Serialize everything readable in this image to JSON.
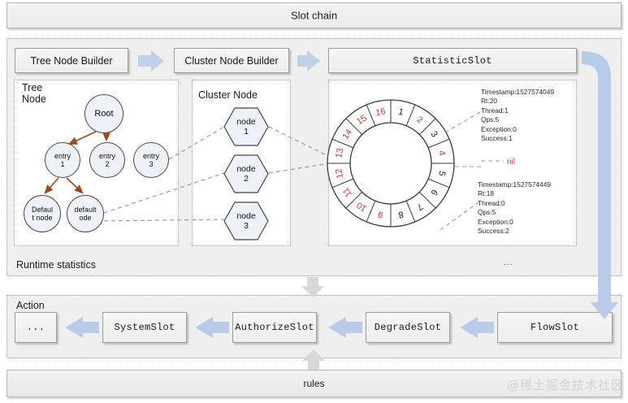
{
  "header": {
    "title": "Slot chain"
  },
  "upper": {
    "builders": [
      {
        "label": "Tree Node Builder",
        "mono": false
      },
      {
        "label": "Cluster Node Builder",
        "mono": false
      },
      {
        "label": "StatisticSlot",
        "mono": true
      }
    ],
    "region_label": "Runtime statistics",
    "cards": [
      {
        "title_line1": "Tree",
        "title_line2": "Node"
      },
      {
        "title_line1": "Cluster Node",
        "title_line2": ""
      },
      {
        "title_line1": "",
        "title_line2": ""
      }
    ],
    "tree": {
      "root": "Root",
      "entries": [
        "entry\n1",
        "entry\n2",
        "entry\n3"
      ],
      "leaves": [
        "Defaul\nt node",
        "default\node"
      ],
      "leaf1_line1": "Defaul",
      "leaf1_line2": "t node",
      "leaf2_line1": "default",
      "leaf2_line2": "ode",
      "entry1_line1": "entry",
      "entry1_line2": "1",
      "entry2_line1": "entry",
      "entry2_line2": "2",
      "entry3_line1": "entry",
      "entry3_line2": "3"
    },
    "cluster": {
      "nodes": [
        "node 1",
        "node 2",
        "node 3"
      ],
      "node1_line1": "node",
      "node1_line2": "1",
      "node2_line1": "node",
      "node2_line2": "2",
      "node3_line1": "node",
      "node3_line2": "3"
    },
    "ring": {
      "segments": [
        {
          "n": "1",
          "color": "#1a1a1a"
        },
        {
          "n": "2",
          "color": "#e8342a"
        },
        {
          "n": "3",
          "color": "#1a1a1a"
        },
        {
          "n": "4",
          "color": "#e8342a"
        },
        {
          "n": "5",
          "color": "#1a1a1a"
        },
        {
          "n": "6",
          "color": "#1a1a1a"
        },
        {
          "n": "7",
          "color": "#1a1a1a"
        },
        {
          "n": "8",
          "color": "#1a1a1a"
        },
        {
          "n": "9",
          "color": "#e8342a"
        },
        {
          "n": "10",
          "color": "#e8342a"
        },
        {
          "n": "11",
          "color": "#e8342a"
        },
        {
          "n": "12",
          "color": "#e8342a"
        },
        {
          "n": "13",
          "color": "#e8342a"
        },
        {
          "n": "14",
          "color": "#e8342a"
        },
        {
          "n": "15",
          "color": "#e8342a"
        },
        {
          "n": "16",
          "color": "#e8342a"
        }
      ]
    },
    "stats_top": {
      "lines": [
        "Timestamp:1527574049",
        "Rt:20",
        "Thread:1",
        "Qps:5",
        "Exception:0",
        "Success:1"
      ]
    },
    "nil_label": "nil",
    "stats_bottom": {
      "lines": [
        "Timestamp:1527574449",
        "Rt:18",
        "Thread:0",
        "Qps:5",
        "Exception:0",
        "Success:2"
      ]
    },
    "ellipsis": "..."
  },
  "lower": {
    "region_label": "Action",
    "slots": [
      {
        "label": "...",
        "mono": true
      },
      {
        "label": "SystemSlot",
        "mono": true
      },
      {
        "label": "AuthorizeSlot",
        "mono": true
      },
      {
        "label": "DegradeSlot",
        "mono": true
      },
      {
        "label": "FlowSlot",
        "mono": true
      }
    ]
  },
  "footer": {
    "rules_label": "rules",
    "watermark": "@稀土掘金技术社区"
  },
  "colors": {
    "arrow_blue": "#b8cce9",
    "arrow_grey": "#d2d2d2",
    "tree_arrow": "#9c4a17",
    "accent_red": "#e8342a"
  }
}
